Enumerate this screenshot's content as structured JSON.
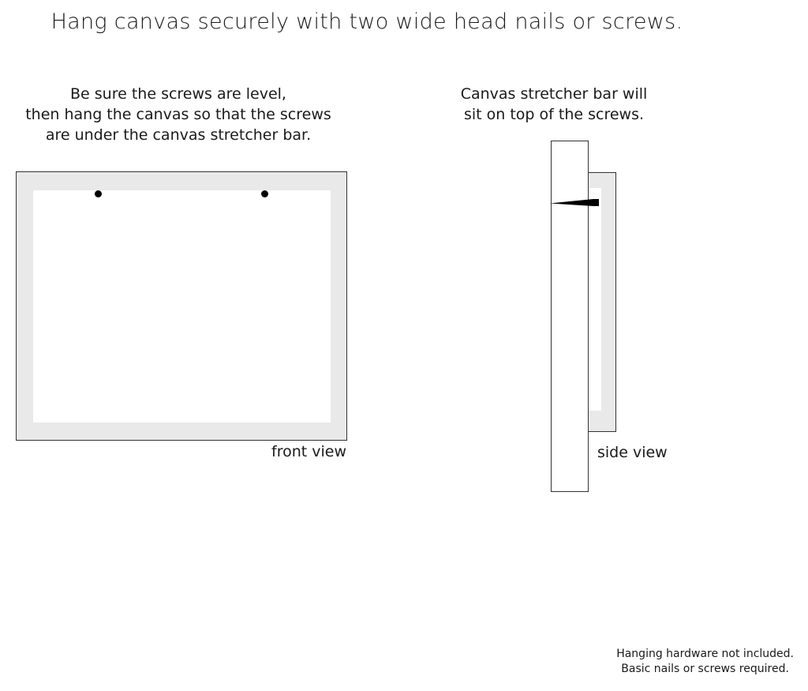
{
  "title": "Hang canvas securely with two wide head nails or screws.",
  "front_note": {
    "lines": [
      "Be sure the screws are level,",
      "then hang the canvas so that the screws",
      "are under the canvas stretcher bar."
    ]
  },
  "side_note": {
    "lines": [
      "Canvas stretcher bar will",
      "sit on top of the screws."
    ]
  },
  "captions": {
    "front": "front view",
    "side": "side view"
  },
  "footer": {
    "lines": [
      "Hanging hardware not included.",
      "Basic nails or screws required."
    ]
  },
  "colors": {
    "frame_fill": "#e9e9e9",
    "outline": "#333333",
    "screw": "#000000"
  }
}
